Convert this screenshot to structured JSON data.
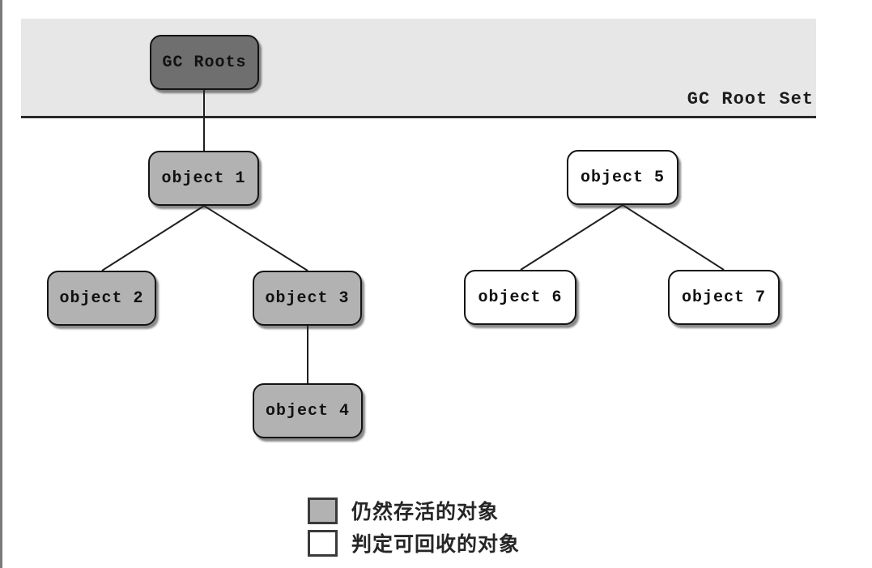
{
  "root_set": {
    "label": "GC Root Set"
  },
  "nodes": {
    "gc_roots": {
      "label": "GC Roots",
      "state": "root"
    },
    "object1": {
      "label": "object 1",
      "state": "alive"
    },
    "object2": {
      "label": "object 2",
      "state": "alive"
    },
    "object3": {
      "label": "object 3",
      "state": "alive"
    },
    "object4": {
      "label": "object 4",
      "state": "alive"
    },
    "object5": {
      "label": "object 5",
      "state": "collectable"
    },
    "object6": {
      "label": "object 6",
      "state": "collectable"
    },
    "object7": {
      "label": "object 7",
      "state": "collectable"
    }
  },
  "edges": [
    {
      "from": "gc_roots",
      "to": "object1"
    },
    {
      "from": "object1",
      "to": "object2"
    },
    {
      "from": "object1",
      "to": "object3"
    },
    {
      "from": "object3",
      "to": "object4"
    },
    {
      "from": "object5",
      "to": "object6"
    },
    {
      "from": "object5",
      "to": "object7"
    }
  ],
  "legend": {
    "items": [
      {
        "label": "仍然存活的对象",
        "swatch_color": "#b2b2b2"
      },
      {
        "label": "判定可回收的对象",
        "swatch_color": "#ffffff"
      }
    ]
  },
  "colors": {
    "root_fill": "#6f6f6f",
    "alive_fill": "#b2b2b2",
    "collectable_fill": "#ffffff",
    "band_background": "#e7e7e7",
    "line": "#1f1f1f",
    "page_background": "#ffffff"
  }
}
